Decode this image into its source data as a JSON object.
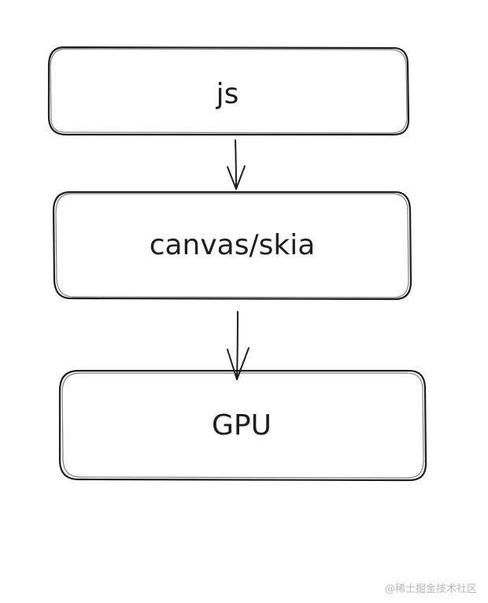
{
  "diagram": {
    "nodes": [
      {
        "id": "js",
        "label": "js"
      },
      {
        "id": "canvas-skia",
        "label": "canvas/skia"
      },
      {
        "id": "gpu",
        "label": "GPU"
      }
    ],
    "edges": [
      {
        "from": "js",
        "to": "canvas-skia"
      },
      {
        "from": "canvas-skia",
        "to": "gpu"
      }
    ]
  },
  "watermark": "@稀土掘金技术社区",
  "colors": {
    "stroke": "#1e1e1e",
    "background": "#ffffff",
    "watermark": "#b8b8b8"
  }
}
